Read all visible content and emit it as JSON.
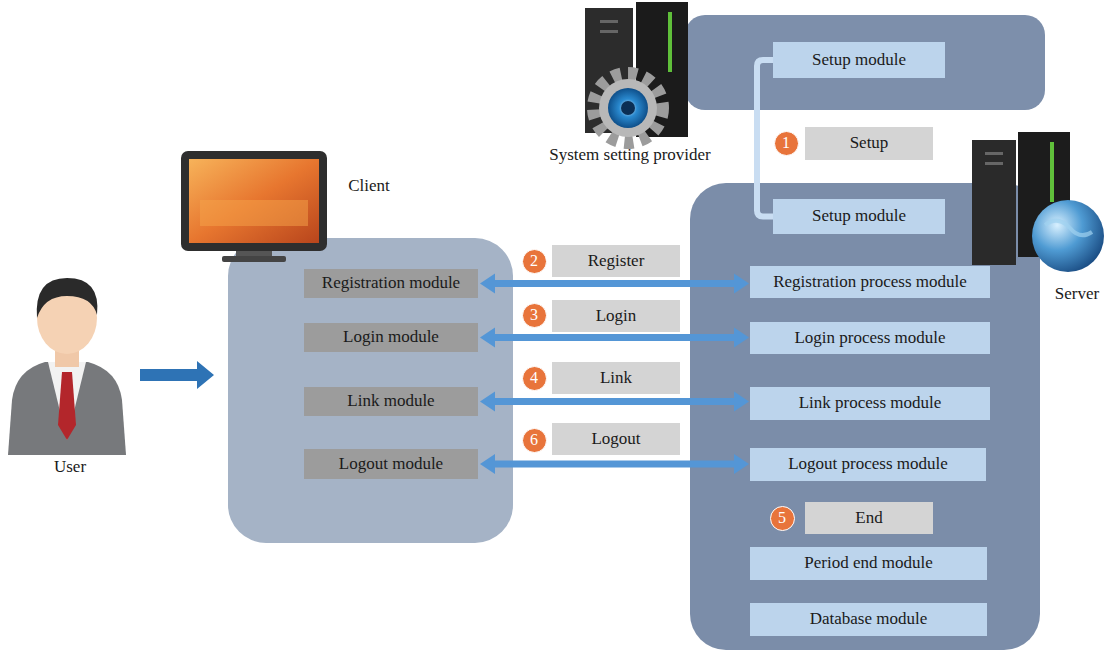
{
  "diagram": {
    "nodes": [
      {
        "text": [
          "System setting provider"
        ]
      },
      {
        "text": [
          "Setup module"
        ],
        "in": 0
      },
      {
        "text": [
          "Client"
        ]
      },
      {
        "text": [
          "Registration module"
        ],
        "in": 2
      },
      {
        "text": [
          "Login module"
        ],
        "in": 2
      },
      {
        "text": [
          "Link module"
        ],
        "in": 2
      },
      {
        "text": [
          "Logout module"
        ],
        "in": 2
      },
      {
        "text": [
          "Server"
        ]
      },
      {
        "text": [
          "Setup module"
        ],
        "in": 7
      },
      {
        "text": [
          "Registration process module"
        ],
        "in": 7
      },
      {
        "text": [
          "Login process module"
        ],
        "in": 7
      },
      {
        "text": [
          "Link process module"
        ],
        "in": 7
      },
      {
        "text": [
          "Logout process module"
        ],
        "in": 7
      },
      {
        "text": [
          "End"
        ],
        "in": 7
      },
      {
        "text": [
          "Period end module"
        ],
        "in": 7
      },
      {
        "text": [
          "Database module"
        ],
        "in": 7
      }
    ],
    "edges": [
      {
        "from": 1,
        "to": 8,
        "label": "Setup",
        "arrow": "none"
      },
      {
        "from": 3,
        "to": 9,
        "label": "Register",
        "arrow": "both"
      },
      {
        "from": 4,
        "to": 10,
        "label": "Login",
        "arrow": "both"
      },
      {
        "from": 5,
        "to": 11,
        "label": "Link",
        "arrow": "both"
      },
      {
        "from": 6,
        "to": 12,
        "label": "Logout",
        "arrow": "both"
      }
    ],
    "labels": [
      "1",
      "2",
      "3",
      "4",
      "6",
      "5",
      "User"
    ]
  }
}
